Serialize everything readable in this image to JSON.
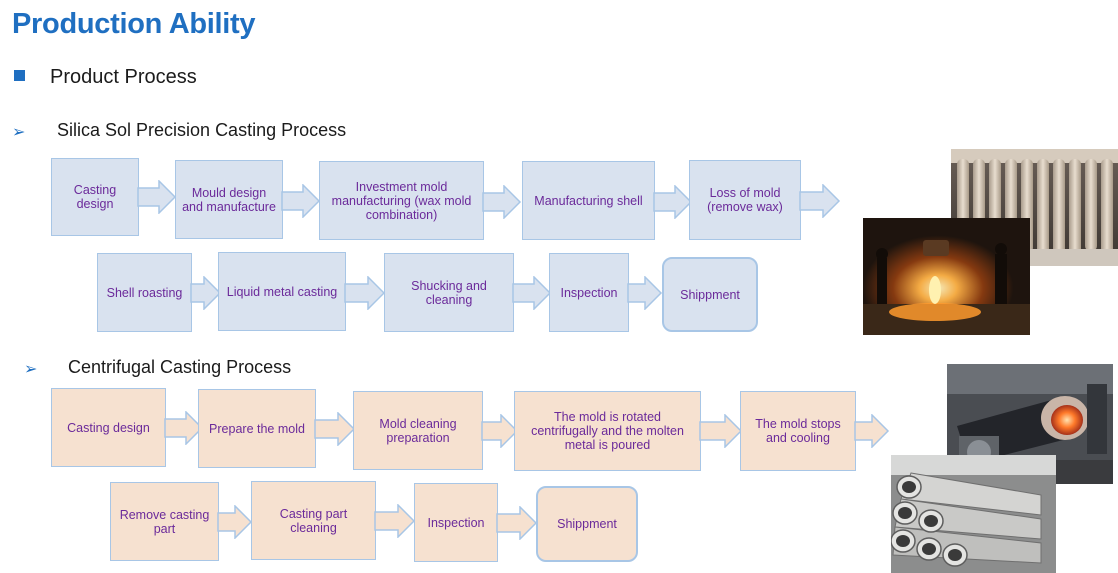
{
  "page": {
    "title": "Production Ability",
    "subtitle": "Product Process"
  },
  "sections": {
    "silica": {
      "title": "Silica Sol Precision Casting Process",
      "steps": [
        "Casting design",
        "Mould design and manufacture",
        "Investment mold manufacturing (wax mold combination)",
        "Manufacturing shell",
        "Loss of mold (remove wax)",
        "Shell roasting",
        "Liquid metal casting",
        "Shucking and cleaning",
        "Inspection",
        "Shippment"
      ]
    },
    "centrifugal": {
      "title": "Centrifugal Casting Process",
      "steps": [
        "Casting design",
        "Prepare the mold",
        "Mold cleaning preparation",
        "The mold is rotated centrifugally and the molten metal is poured",
        "The mold stops and cooling",
        "Remove casting part",
        "Casting part cleaning",
        "Inspection",
        "Shippment"
      ]
    }
  },
  "colors": {
    "accent": "#1f6fc1",
    "step_text": "#6b2a9a",
    "silica_box": "#d9e2ef",
    "centrifugal_box": "#f6e1d0",
    "box_border": "#a8c6e6"
  },
  "icons": {
    "section_bullet": "square-bullet-icon",
    "list_bullet": "arrow-bullet-icon",
    "flow_arrow": "right-arrow-icon"
  }
}
